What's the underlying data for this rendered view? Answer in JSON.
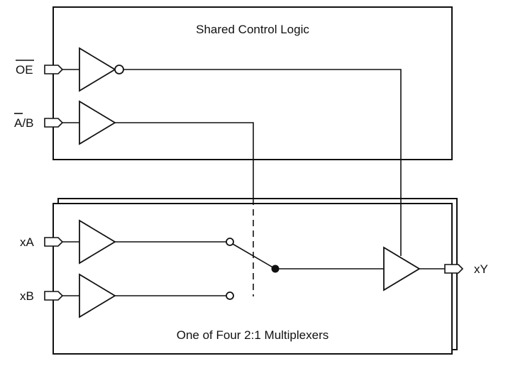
{
  "blocks": {
    "control": {
      "title": "Shared Control Logic"
    },
    "mux": {
      "title": "One of Four 2:1 Multiplexers"
    }
  },
  "pins": {
    "oe": {
      "label": "OE",
      "overbar": true
    },
    "ab": {
      "label_a": "A",
      "label_b": "/B",
      "overbar_on": "A"
    },
    "xa": {
      "label": "xA"
    },
    "xb": {
      "label": "xB"
    },
    "xy": {
      "label": "xY"
    }
  }
}
